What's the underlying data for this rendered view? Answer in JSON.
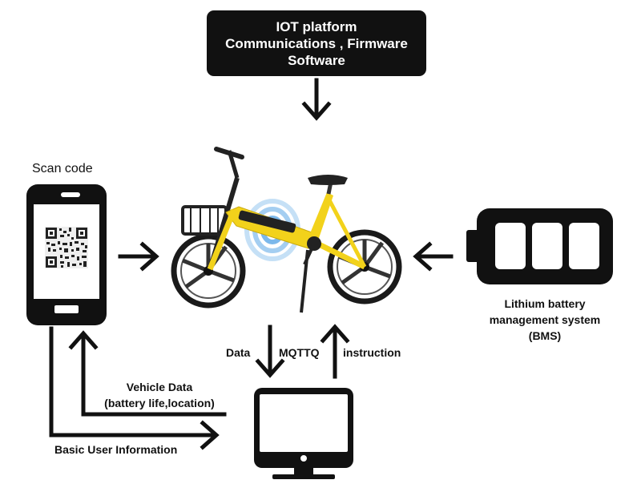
{
  "iot_platform": {
    "line1": "IOT platform",
    "line2": "Communications , Firmware",
    "line3": "Software"
  },
  "phone": {
    "caption": "Scan code"
  },
  "bms": {
    "line1": "Lithium battery",
    "line2": "management system",
    "line3": "(BMS)"
  },
  "flow_labels": {
    "data": "Data",
    "protocol": "MQTTQ",
    "instruction": "instruction",
    "vehicle_data_line1": "Vehicle Data",
    "vehicle_data_line2": "(battery life,location)",
    "basic_user_info": "Basic User Information"
  },
  "colors": {
    "dark": "#111111",
    "bike_yellow": "#f2d21b",
    "signal_blue": "#5aa6e6"
  }
}
